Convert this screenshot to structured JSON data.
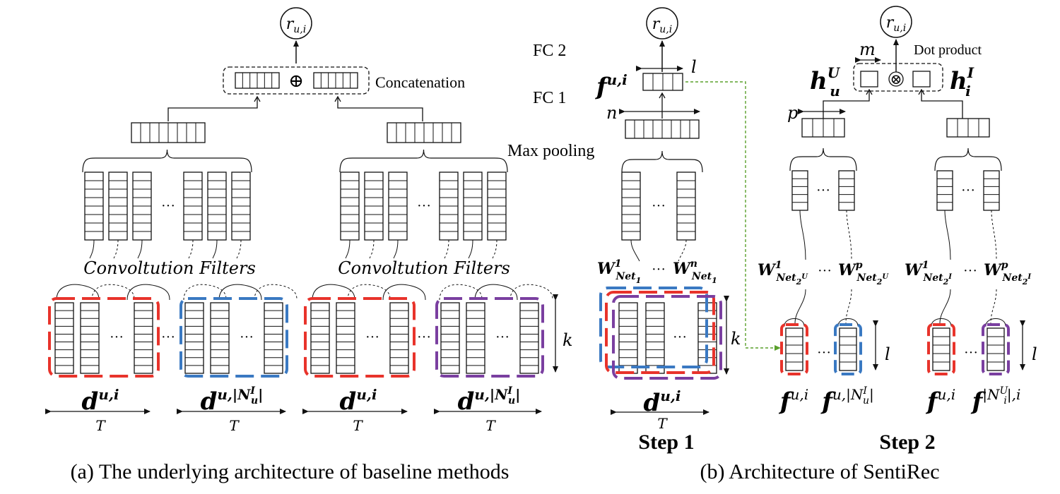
{
  "captions": {
    "a": "(a) The underlying architecture of baseline methods",
    "b": "(b) Architecture of SentiRec",
    "step1": "Step 1",
    "step2": "Step 2"
  },
  "labels": {
    "output": "r",
    "output_sub": "u,i",
    "concatenation": "Concatenation",
    "concat_op": "⊕",
    "conv_filters": "Convoltution Filters",
    "ellipsis": "···",
    "fc2": "FC 2",
    "fc1": "FC 1",
    "max_pooling": "Max pooling",
    "dot_product": "Dot product",
    "dot_op": "⊗",
    "dim_l": "l",
    "dim_n": "n",
    "dim_k": "k",
    "dim_p": "p",
    "dim_m": "m",
    "dim_T": "T"
  },
  "math": {
    "d": "d",
    "d_ui_sup": "u,i",
    "d_un_sup": "u,|N",
    "d_un_sup_sup": "I",
    "d_un_sup_sub": "u",
    "d_un_sup_close": "|",
    "f": "f",
    "f_ui_sup": "u,i",
    "f_un_sup": "u,|N",
    "f_un_sup_sup": "I",
    "f_un_sup_sub": "u",
    "f_un_close": "|",
    "f_ni_sup": "|N",
    "f_ni_sup_sup": "U",
    "f_ni_sup_sub": "i",
    "f_ni_close": "|,i",
    "h": "h",
    "h_u_sup": "U",
    "h_u_sub": "u",
    "h_i_sup": "I",
    "h_i_sub": "i",
    "W": "W",
    "w_net1_1_sup": "1",
    "w_net1_n_sup": "n",
    "w_net1_sub": "Net",
    "w_net1_subsub": "1",
    "w_net2_1_sup": "1",
    "w_net2_p_sup": "p",
    "w_net2_sub": "Net",
    "w_net2_subsub": "2",
    "w_net2u_subsubsup": "U",
    "w_net2i_subsubsup": "I"
  },
  "colors": {
    "red": "#e8332b",
    "blue": "#3a79c2",
    "purple": "#7a3fa0",
    "green": "#5aa02c",
    "line": "#111111"
  }
}
